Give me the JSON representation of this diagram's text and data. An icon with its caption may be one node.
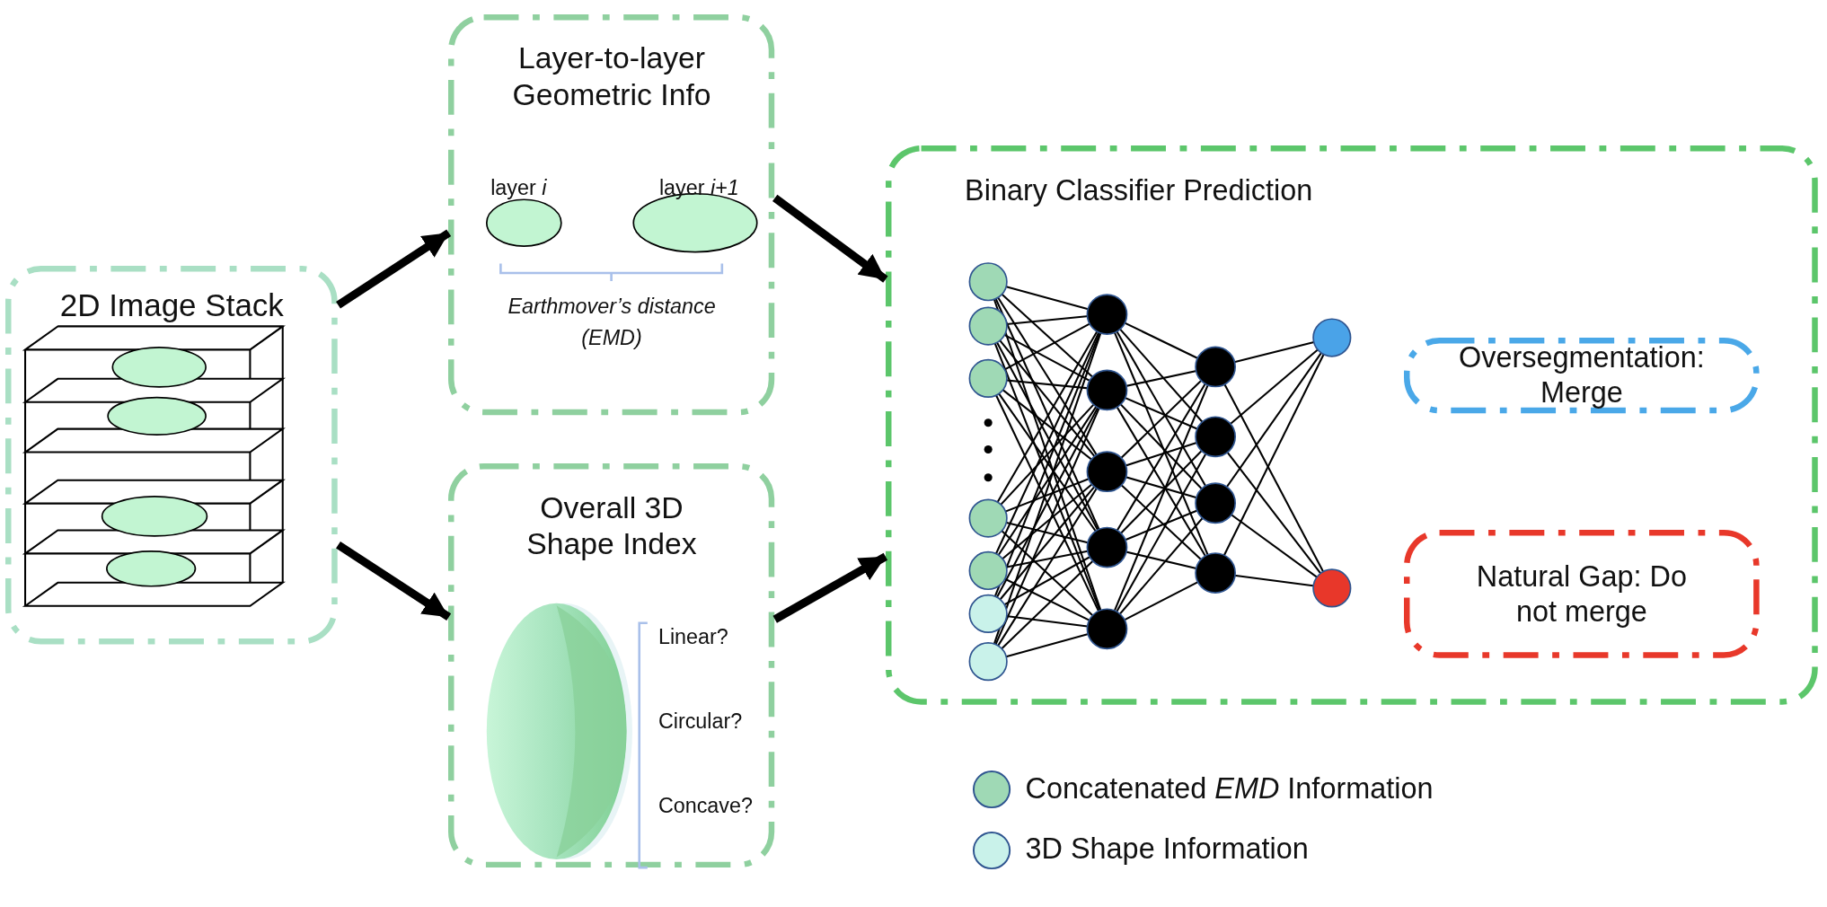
{
  "diagram": {
    "nodes": [
      {
        "text": [
          "2D Image Stack"
        ]
      },
      {
        "text": [
          "Layer-to-layer Geometric Info"
        ]
      },
      {
        "text": [
          "Overall 3D Shape Index"
        ]
      },
      {
        "text": [
          "Binary Classifier Prediction"
        ]
      },
      {
        "text": [
          "Oversegmentation: Merge"
        ],
        "in": 3
      },
      {
        "text": [
          "Natural Gap: Do not merge"
        ],
        "in": 3
      }
    ],
    "edges": [
      {
        "from": 0,
        "to": 1,
        "arrow": "to"
      },
      {
        "from": 0,
        "to": 2,
        "arrow": "to"
      },
      {
        "from": 1,
        "to": 3,
        "arrow": "to"
      },
      {
        "from": 2,
        "to": 3,
        "arrow": "to"
      }
    ],
    "labels": [
      "layer *i*",
      "layer *i+1*",
      "Earthmover’s distance (EMD)",
      "Linear?",
      "Circular?",
      "Concave?"
    ],
    "legend": [
      {
        "text": "Concatenated *EMD* Information",
        "color": "#9fd9b5"
      },
      {
        "text": "3D Shape Information",
        "color": "#c9f2ea"
      }
    ]
  }
}
